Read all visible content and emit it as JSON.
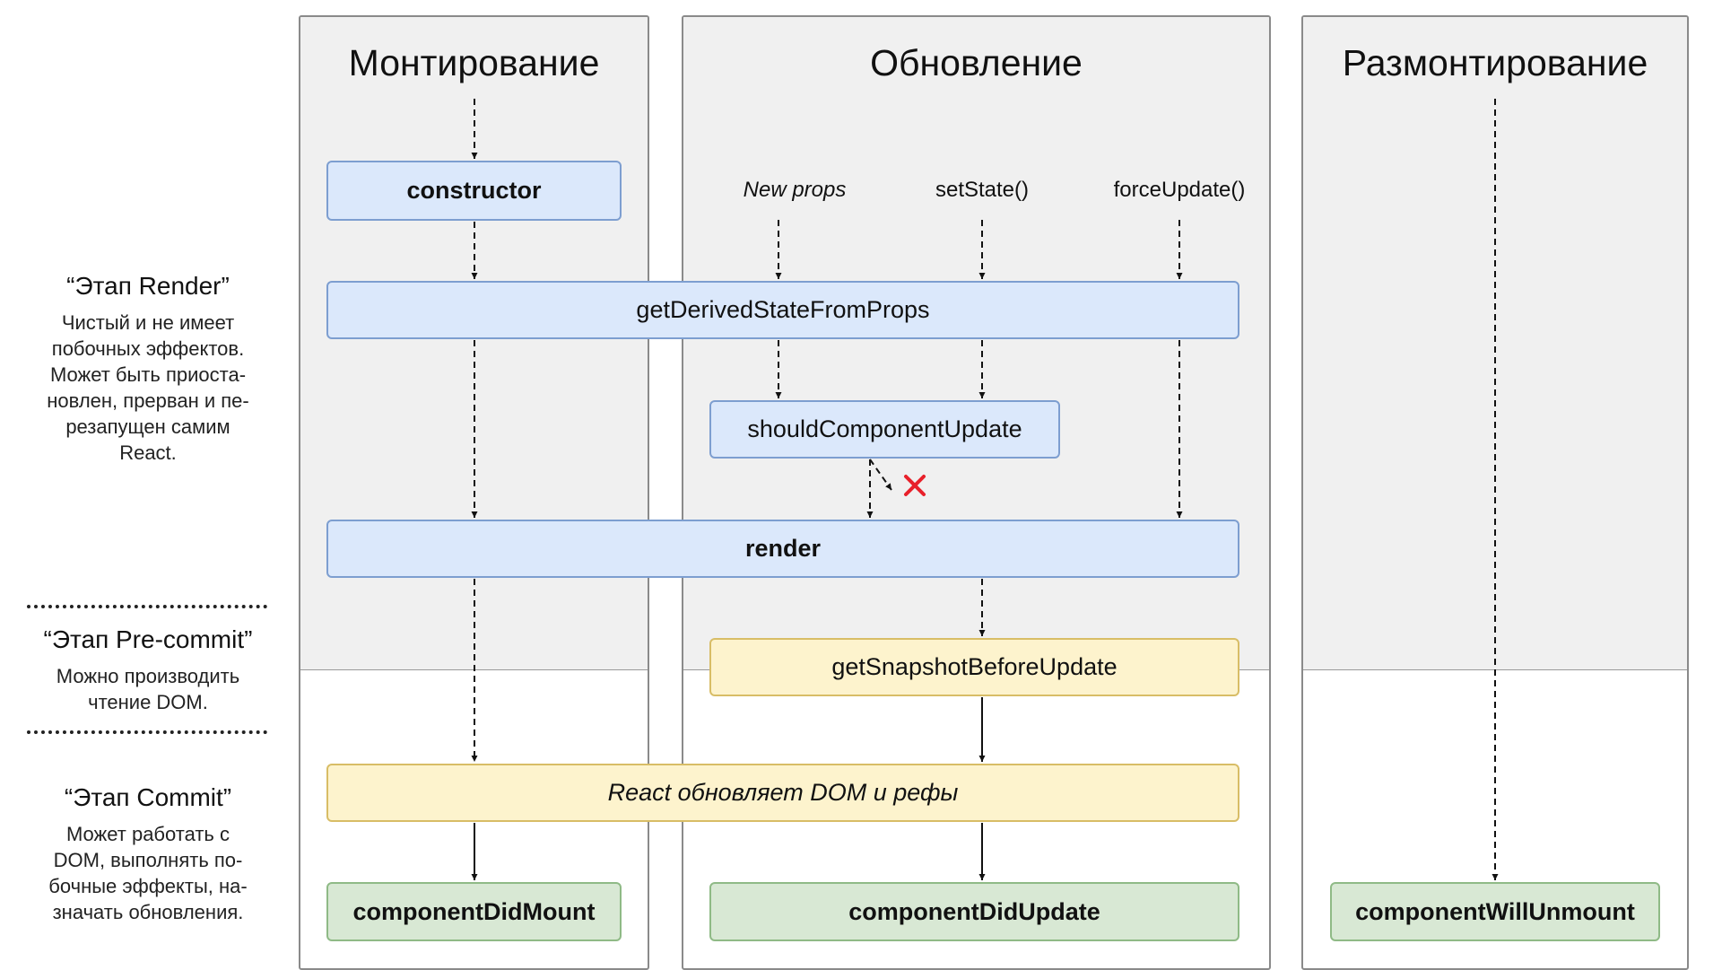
{
  "columns": {
    "mount": "Монтирование",
    "update": "Обновление",
    "unmount": "Размонтирование"
  },
  "triggers": {
    "new_props": "New props",
    "set_state": "setState()",
    "force_update": "forceUpdate()"
  },
  "methods": {
    "constructor": "constructor",
    "get_derived_state": "getDerivedStateFromProps",
    "should_update": "shouldComponentUpdate",
    "render": "render",
    "get_snapshot": "getSnapshotBeforeUpdate",
    "react_updates_dom": "React обновляет DOM и рефы",
    "did_mount": "componentDidMount",
    "did_update": "componentDidUpdate",
    "will_unmount": "componentWillUnmount"
  },
  "phases": {
    "render": {
      "title": "“Этап Render”",
      "text": "Чистый и не имеет\nпобочных эффектов.\nМожет быть приоста-\nновлен, прерван и пе-\nрезапущен самим\nReact."
    },
    "precommit": {
      "title": "“Этап Pre-commit”",
      "text": "Можно производить\nчтение DOM."
    },
    "commit": {
      "title": "“Этап Commit”",
      "text": "Может работать с\nDOM, выполнять по-\nбочные эффекты, на-\nзначать обновления."
    }
  },
  "colors": {
    "render_phase_box": "#dbe8fb",
    "precommit_phase_box": "#fdf3cd",
    "commit_phase_box": "#d8e8d4",
    "cancel_mark": "#e8202a"
  }
}
